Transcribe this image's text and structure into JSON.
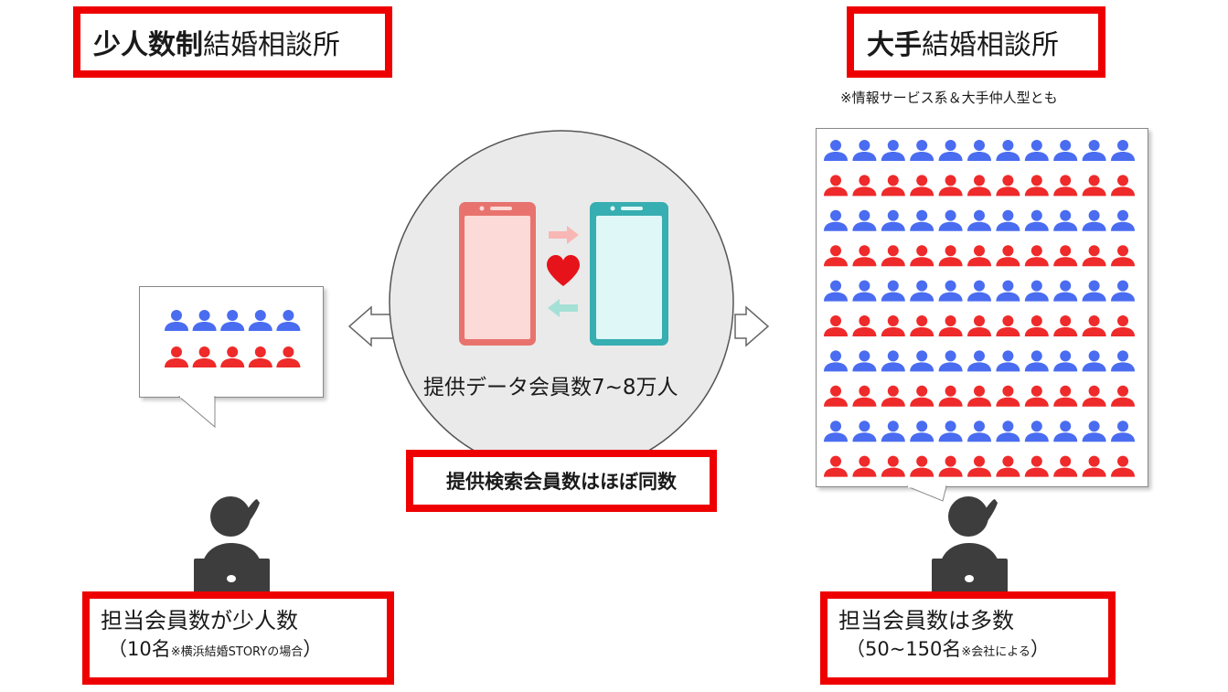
{
  "left": {
    "title_bold": "少人数制",
    "title_rest": "結婚相談所",
    "people": {
      "columns": 5,
      "rows": [
        "blue",
        "red"
      ]
    },
    "caption_line1": "担当会員数が少人数",
    "caption_line2_main": "（10名",
    "caption_line2_note": "※横浜結婚STORYの場合",
    "caption_line2_end": "）"
  },
  "right": {
    "title_bold": "大手",
    "title_rest": "結婚相談所",
    "note": "※情報サービス系＆大手仲人型とも",
    "people": {
      "columns": 11,
      "rows": [
        "blue",
        "red",
        "blue",
        "red",
        "blue",
        "red",
        "blue",
        "red",
        "blue",
        "red"
      ]
    },
    "caption_line1": "担当会員数は多数",
    "caption_line2_main": "（50~150名",
    "caption_line2_note": "※会社による",
    "caption_line2_end": "）"
  },
  "center": {
    "data_caption": "提供データ会員数7~8万人",
    "summary": "提供検索会員数はほぼ同数"
  },
  "colors": {
    "red_frame": "#ee0000",
    "person_blue": "#4a6cf0",
    "person_red": "#ee2a2a",
    "phone_red": "#e8736e",
    "phone_teal": "#37aeb1",
    "heart": "#e6131b",
    "arrow_pink": "#f8b7b4",
    "arrow_teal": "#a5e0d6",
    "circle_fill": "#eaeaea",
    "operator": "#3d3d3d"
  },
  "icons": [
    "person-icon",
    "smartphone-icon",
    "heart-icon",
    "operator-icon",
    "outline-arrow-icon"
  ]
}
